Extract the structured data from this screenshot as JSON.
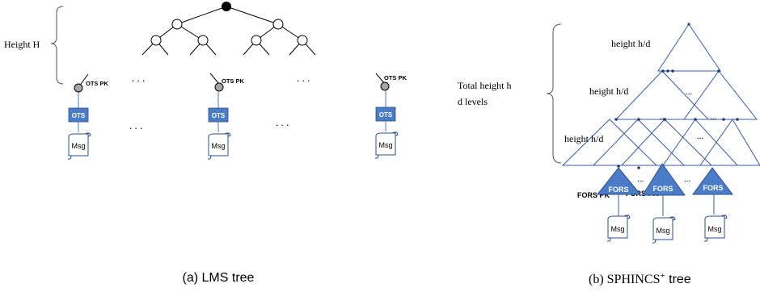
{
  "lms": {
    "height_label": "Height H",
    "ots_pk_label": "OTS PK",
    "ots_box_label": "OTS",
    "msg_label": "Msg",
    "ellipsis": ". . .",
    "caption": "(a) LMS tree"
  },
  "sphincs": {
    "total_height_label": "Total height h",
    "levels_label": "d levels",
    "layer_height_label": "height h/d",
    "fors_pk_label": "FORS PK",
    "fors_label": "FORS",
    "msg_label": "Msg",
    "dots": "...",
    "caption_main": "(b) SPHINCS",
    "caption_sup": "+",
    "caption_tail": " tree"
  },
  "colors": {
    "ots_box": "#4a7cc7",
    "sphincs_line": "#3b5ba9",
    "fors_fill": "#4a7cc7",
    "pk_node": "#a6a6a6"
  }
}
